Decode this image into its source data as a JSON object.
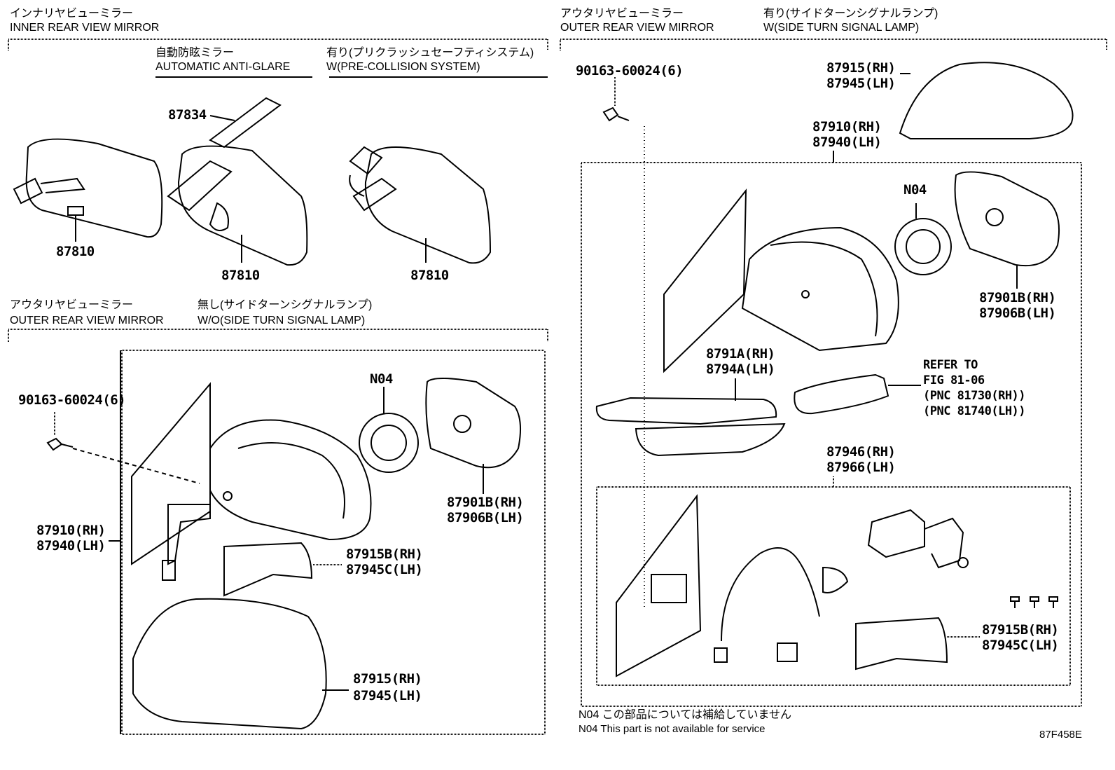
{
  "figure_id": "87F458E",
  "sections": {
    "inner_mirror": {
      "title_jp": "インナリヤビューミラー",
      "title_en": "INNER REAR VIEW MIRROR",
      "variant_auto_jp": "自動防眩ミラー",
      "variant_auto_en": "AUTOMATIC ANTI-GLARE",
      "variant_pcs_jp": "有り(プリクラッシュセーフティシステム)",
      "variant_pcs_en": "W(PRE-COLLISION SYSTEM)",
      "parts": {
        "p87834": "87834",
        "p87810_a": "87810",
        "p87810_b": "87810",
        "p87810_c": "87810"
      }
    },
    "outer_wo_signal": {
      "title_jp": "アウタリヤビューミラー",
      "title_en": "OUTER REAR VIEW MIRROR",
      "variant_jp": "無し(サイドターンシグナルランプ)",
      "variant_en": "W/O(SIDE TURN SIGNAL LAMP)",
      "parts": {
        "screw": "90163-60024(6)",
        "n04": "N04",
        "glass_rh": "87901B(RH)",
        "glass_lh": "87906B(LH)",
        "assy_rh": "87910(RH)",
        "assy_lh": "87940(LH)",
        "cover_rh": "87915B(RH)",
        "cover_lh": "87945C(LH)",
        "cap_rh": "87915(RH)",
        "cap_lh": "87945(LH)"
      }
    },
    "outer_w_signal": {
      "title_jp": "アウタリヤビューミラー",
      "title_en": "OUTER REAR VIEW MIRROR",
      "variant_jp": "有り(サイドターンシグナルランプ)",
      "variant_en": "W(SIDE TURN SIGNAL LAMP)",
      "parts": {
        "screw": "90163-60024(6)",
        "cap_rh": "87915(RH)",
        "cap_lh": "87945(LH)",
        "assy_rh": "87910(RH)",
        "assy_lh": "87940(LH)",
        "n04": "N04",
        "glass_rh": "87901B(RH)",
        "glass_lh": "87906B(LH)",
        "bezel_rh": "8791A(RH)",
        "bezel_lh": "8794A(LH)",
        "refer_1": "REFER TO",
        "refer_2": "FIG 81-06",
        "refer_3": "(PNC 81730(RH))",
        "refer_4": "(PNC 81740(LH))",
        "sub_rh": "87946(RH)",
        "sub_lh": "87966(LH)",
        "cover_rh": "87915B(RH)",
        "cover_lh": "87945C(LH)"
      }
    }
  },
  "notes": {
    "n04_jp": "N04 この部品については補給していません",
    "n04_en": "N04 This part is not available for service"
  }
}
